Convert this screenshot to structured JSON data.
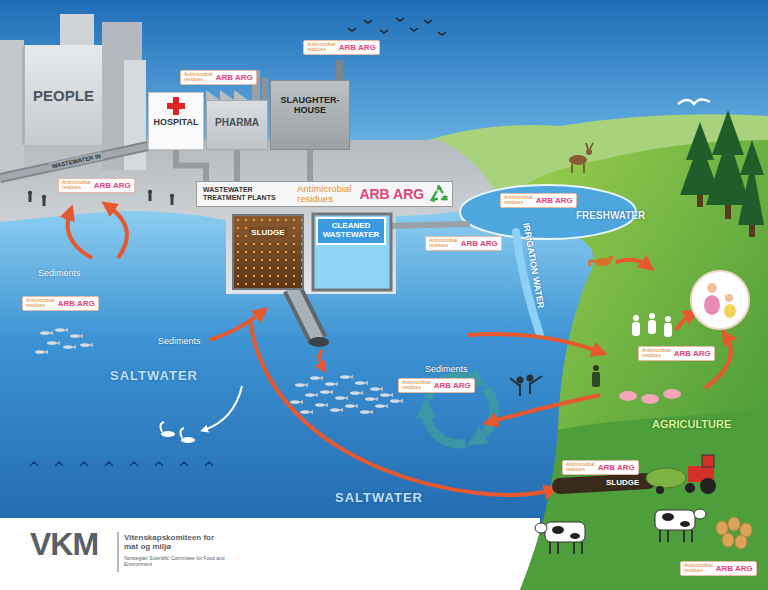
{
  "diagram": {
    "nodes": [
      {
        "text": [
          "PEOPLE"
        ]
      },
      {
        "text": [
          "HOSPITAL"
        ]
      },
      {
        "text": [
          "PHARMA"
        ]
      },
      {
        "text": [
          "SLAUGHTER- HOUSE"
        ]
      },
      {
        "text": [
          "WASTEWATER TREATMENT PLANTS",
          "Antimicrobial residues",
          "ARB ARG"
        ]
      },
      {
        "text": [
          "SLUDGE"
        ]
      },
      {
        "text": [
          "CLEANED WASTEWATER"
        ]
      },
      {
        "text": [
          "Antimicrobial residues",
          "ARB ARG"
        ]
      },
      {
        "text": [
          "Antimicrobial residues",
          "ARB ARG"
        ]
      },
      {
        "text": [
          "Antimicrobial residues",
          "ARB ARG"
        ]
      },
      {
        "text": [
          "Antimicrobial residues",
          "ARB ARG"
        ]
      },
      {
        "text": [
          "Antimicrobial residues",
          "ARB ARG"
        ]
      },
      {
        "text": [
          "Antimicrobial residues",
          "ARB ARG"
        ]
      },
      {
        "text": [
          "Antimicrobial residues",
          "ARB ARG"
        ]
      },
      {
        "text": [
          "Antimicrobial residues",
          "ARB ARG"
        ]
      },
      {
        "text": [
          "Antimicrobial residues",
          "ARB ARG"
        ]
      },
      {
        "text": [
          "Antimicrobial residues",
          "ARB ARG"
        ]
      }
    ],
    "edges": [
      {
        "from": 1,
        "to": 4,
        "arrow": "none"
      },
      {
        "from": 2,
        "to": 4,
        "arrow": "none"
      },
      {
        "from": 3,
        "to": 4,
        "arrow": "none"
      }
    ],
    "labels": [
      "WASTEWATER IN",
      "Sediments",
      "Sediments",
      "Sediments",
      "SALTWATER",
      "SALTWATER",
      "FRESHWATER",
      "IRRIGATION WATER",
      "AGRICULTURE",
      "SLUDGE",
      "VKM",
      "Vitenskapskomiteen for mat og miljø",
      "Norwegian Scientific Committee for Food and Environment"
    ]
  }
}
